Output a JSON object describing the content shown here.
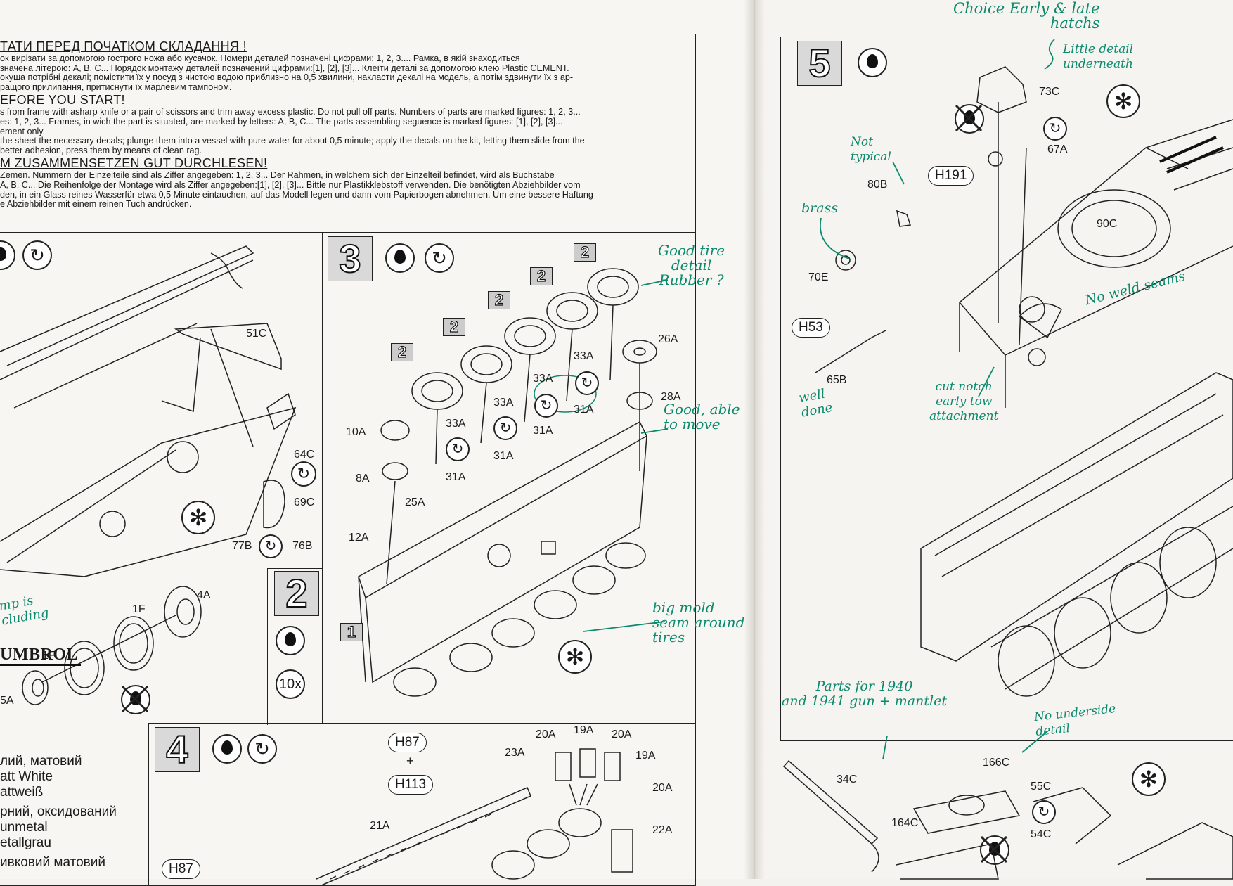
{
  "intro": {
    "ua_heading": "ТАТИ ПЕРЕД ПОЧАТКОМ СКЛАДАННЯ !",
    "ua_text": "ок вирізати за допомогою гострого ножа або кусачок. Номери деталей позначені цифрами: 1, 2, 3....  Рамка, в якій знаходиться\nзначена літерою: A, B, C... Порядок монтажу деталей позначений цифрами:[1], [2], [3]...  Клеїти деталі за допомогою клею Plastic CEMENT.\nокуша потрібні декалі; помістити їх у посуд з чистою водою приблизно на 0,5 хвилини, накласти декалі на модель, а потім здвинути їх з ар-\nращого прилипання, притиснути їх марлевим тампоном.",
    "en_heading": "EFORE YOU START!",
    "en_text": "s from frame with asharp knife or a pair of scissors and trim away excess plastic. Do not pull off parts. Numbers of parts are marked figures: 1, 2, 3...\nes: 1, 2, 3...    Frames, in wich the part is situated, are marked by letters: A, B, C... The parts assembling seguence is marked figures: [1], [2], [3]...\nement only.\nthe sheet the necessary decals; plunge them into a vessel with pure water for about 0,5 minute; apply the decals on the kit, letting them slide from the\nbetter adhesion, press them by means of clean rag.",
    "de_heading": "M ZUSAMMENSETZEN GUT DURCHLESEN!",
    "de_text": "Zemen. Nummern der Einzelteile sind als Ziffer angegeben: 1, 2, 3...  Der Rahmen, in welchem sich der Einzelteil befindet, wird als Buchstabe\nA, B, C... Die Reihenfolge der Montage wird als Ziffer angegeben:[1], [2], [3]... Bittle nur Plastikklebstoff verwenden. Die benötigten Abziehbilder vom\nden, in ein Glass reines Wasserfür etwa 0,5 Minute eintauchen, auf das Modell legen und dann vom Papierbogen abnehmen. Um eine bessere Haftung\ne Abziehbilder mit einem reinen Tuch andrücken."
  },
  "steps": {
    "s1": "1",
    "s2": "2",
    "s3": "3",
    "s4": "4",
    "s5": "5",
    "sub_badge": "2",
    "times": "10x"
  },
  "part_labels": {
    "p51C": "51C",
    "p64C": "64C",
    "p69C": "69C",
    "p77B": "77B",
    "p76B": "76B",
    "p4A": "4A",
    "p1F_a": "1F",
    "p1F_b": "1F",
    "p5A": "5A",
    "p10A": "10A",
    "p8A": "8A",
    "p12A": "12A",
    "p25A": "25A",
    "p33A_a": "33A",
    "p33A_b": "33A",
    "p33A_c": "33A",
    "p33A_d": "33A",
    "p31A_a": "31A",
    "p31A_b": "31A",
    "p31A_c": "31A",
    "p31A_d": "31A",
    "p26A": "26A",
    "p28A": "28A",
    "p20A_a": "20A",
    "p19A_a": "19A",
    "p20A_b": "20A",
    "p23A": "23A",
    "p19A_b": "19A",
    "p20A_c": "20A",
    "p21A": "21A",
    "p22A": "22A",
    "p73C": "73C",
    "p67A": "67A",
    "p80B": "80B",
    "p90C": "90C",
    "p70E": "70E",
    "p65B": "65B",
    "p34C": "34C",
    "p166C": "166C",
    "p164C": "164C",
    "p55C": "55C",
    "p54C": "54C"
  },
  "paints": {
    "H87_a": "H87",
    "plus": "+",
    "H113": "H113",
    "H87_b": "H87",
    "H191": "H191",
    "H53": "H53"
  },
  "humbrol": {
    "brand": "UMBROL",
    "l1": "лий, матовий",
    "l2": "att White",
    "l3": "attweiß",
    "l4": "рний, оксидований",
    "l5": "unmetal",
    "l6": "etallgrau",
    "l7": "ивковий матовий"
  },
  "notes": {
    "choice": "Choice Early & late\nhatchs",
    "little": "Little detail\nunderneath",
    "not_typical": "Not\ntypical",
    "brass": "brass",
    "no_weld": "No weld seams",
    "well_done": "well\ndone",
    "cut_notch": "cut notch\nearly tow\nattachment",
    "good_tire": "Good tire\ndetail\nRubber ?",
    "good_move": "Good, able\nto move",
    "big_mold": "big mold\nseam around\ntires",
    "lamp": "mp is\ncluding",
    "parts_1940": "Parts for 1940\nand 1941 gun + mantlet",
    "no_underside": "No underside\ndetail"
  }
}
